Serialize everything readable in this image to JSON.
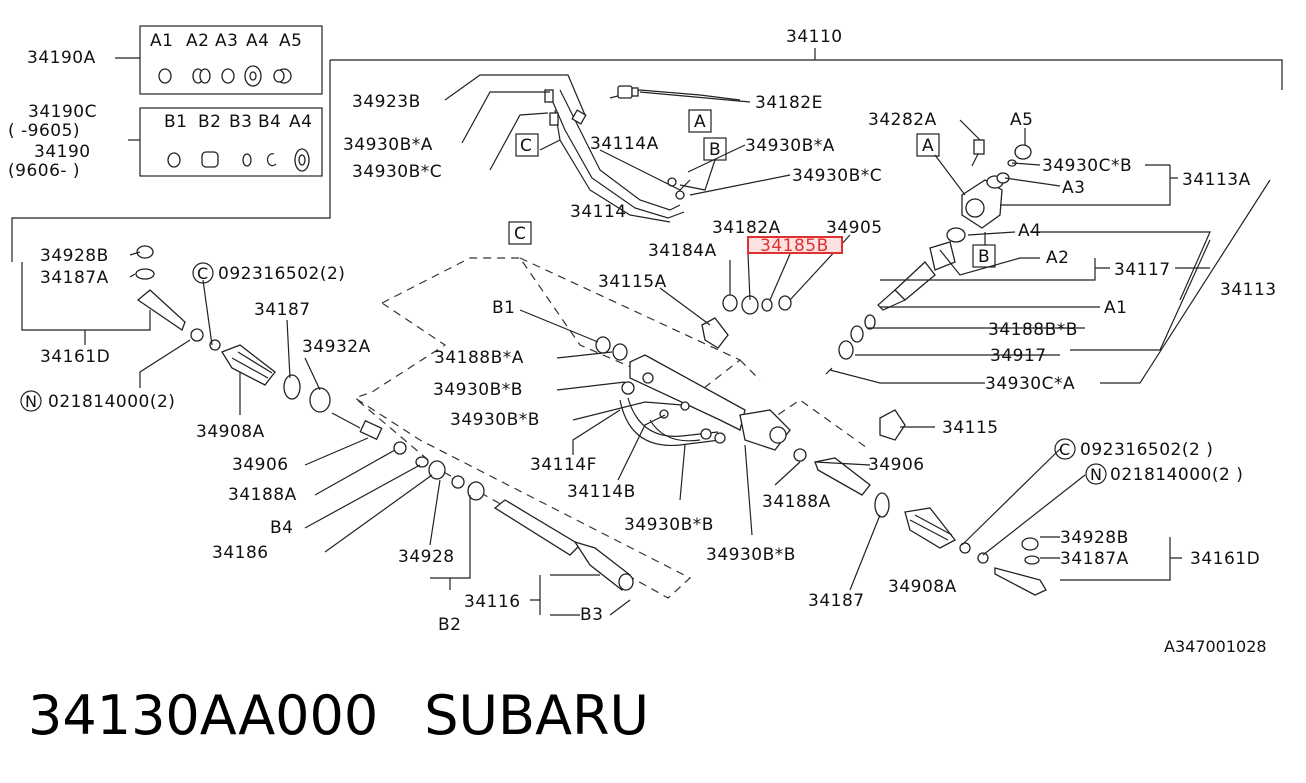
{
  "diagram": {
    "labels": {
      "l34110": "34110",
      "l34190A": "34190A",
      "l34190C": "34190C",
      "l34190Crange": "(   -9605)",
      "l34190": "34190",
      "l34190range": "(9606-   )",
      "kitA1": "A1",
      "kitA2": "A2",
      "kitA3": "A3",
      "kitA4": "A4",
      "kitA5": "A5",
      "kitB1": "B1",
      "kitB2": "B2",
      "kitB3": "B3",
      "kitB4": "B4",
      "kitA4b": "A4",
      "l34923B": "34923B",
      "l34182E": "34182E",
      "l34930BA1": "34930B*A",
      "l34930BC1": "34930B*C",
      "boxC1": "C",
      "l34114A": "34114A",
      "boxA1": "A",
      "boxB1": "B",
      "l34930BA2": "34930B*A",
      "l34930BC2": "34930B*C",
      "l34114": "34114",
      "l34282A": "34282A",
      "lA5": "A5",
      "boxA2": "A",
      "l34930CB": "34930C*B",
      "lA3": "A3",
      "l34113A": "34113A",
      "lA4": "A4",
      "boxB2": "B",
      "lA2": "A2",
      "l34117": "34117",
      "l34113": "34113",
      "lA1": "A1",
      "l34188BB": "34188B*B",
      "l34917": "34917",
      "l34930CA": "34930C*A",
      "l34182A": "34182A",
      "l34905": "34905",
      "l34184A": "34184A",
      "l34185B": "34185B",
      "boxC2": "C",
      "l34115A": "34115A",
      "lB1": "B1",
      "l34928B1": "34928B",
      "l34187A1": "34187A",
      "c092a": "092316502(2)",
      "l34187a": "34187",
      "l34932A": "34932A",
      "l34161D1": "34161D",
      "n021a": "021814000(2)",
      "l34188BA": "34188B*A",
      "l34930BB1": "34930B*B",
      "l34930BB2": "34930B*B",
      "l34908A1": "34908A",
      "l34906a": "34906",
      "l34188Aa": "34188A",
      "lB4": "B4",
      "l34186": "34186",
      "l34928": "34928",
      "lB2": "B2",
      "l34116": "34116",
      "lB3": "B3",
      "l34114F": "34114F",
      "l34114B": "34114B",
      "l34930BB3": "34930B*B",
      "l34930BB4": "34930B*B",
      "l34115": "34115",
      "l34906b": "34906",
      "l34188Ab": "34188A",
      "l34187b": "34187",
      "c092b": "092316502(2 )",
      "n021b": "021814000(2 )",
      "l34928B2": "34928B",
      "l34187A2": "34187A",
      "l34161D2": "34161D",
      "l34908A2": "34908A",
      "ref": "A347001028",
      "circC": "C",
      "circN": "N"
    }
  },
  "footer": {
    "part_number": "34130AA000",
    "brand": "SUBARU"
  },
  "colors": {
    "highlight": "#e03030",
    "line": "#222222",
    "background": "#ffffff"
  }
}
